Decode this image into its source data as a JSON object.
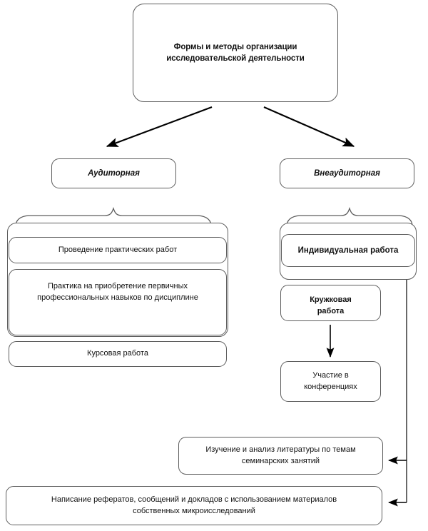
{
  "diagram": {
    "type": "hierarchy-flowchart",
    "language": "ru",
    "colors": {
      "background": "#ffffff",
      "stroke": "#5d5d5d",
      "arrow": "#000000",
      "text": "#111111"
    },
    "root": {
      "id": "root",
      "label_line1": "Формы и методы организации",
      "label_line2": "исследовательской деятельности"
    },
    "branches": [
      {
        "id": "auditornaya",
        "label": "Аудиторная"
      },
      {
        "id": "vneauditornaya",
        "label": "Внеаудиторная"
      }
    ],
    "auditornaya_items": [
      {
        "id": "practicheskie",
        "label_line1": "Проведение практических работ",
        "label_line2": ""
      },
      {
        "id": "praktika",
        "label_line1": "Практика на приобретение первичных",
        "label_line2": "профессиональных навыков по дисциплине"
      },
      {
        "id": "kursovaya",
        "label_line1": "Курсовая работа",
        "label_line2": ""
      }
    ],
    "vneauditornaya_items": [
      {
        "id": "individualnaya",
        "label_line1": "Индивидуальная работа",
        "label_line2": ""
      },
      {
        "id": "kruzhkovaya",
        "label_line1": "Кружковая",
        "label_line2": "работа"
      },
      {
        "id": "uchastie",
        "label_line1": "Участие в",
        "label_line2": "конференциях"
      },
      {
        "id": "izuchenie",
        "label_line1": "Изучение и анализ литературы по темам",
        "label_line2": "семинарских занятий"
      },
      {
        "id": "napisanie",
        "label_line1": "Написание рефератов, сообщений и докладов с использованием материалов",
        "label_line2": "собственных микроисследований"
      }
    ],
    "connectors": [
      {
        "id": "root-to-auditornaya",
        "kind": "diagonal-arrow",
        "direction": "down-left"
      },
      {
        "id": "root-to-vneauditornaya",
        "kind": "diagonal-arrow",
        "direction": "down-right"
      },
      {
        "id": "auditornaya-brace",
        "kind": "curly-brace"
      },
      {
        "id": "vneauditornaya-brace",
        "kind": "curly-brace"
      },
      {
        "id": "individualnaya-to-kruzhkovaya",
        "kind": "vertical-line"
      },
      {
        "id": "kruzhkovaya-to-uchastie",
        "kind": "down-arrow"
      },
      {
        "id": "spine-to-izuchenie",
        "kind": "left-arrow"
      },
      {
        "id": "spine-to-napisanie",
        "kind": "left-arrow"
      }
    ]
  }
}
